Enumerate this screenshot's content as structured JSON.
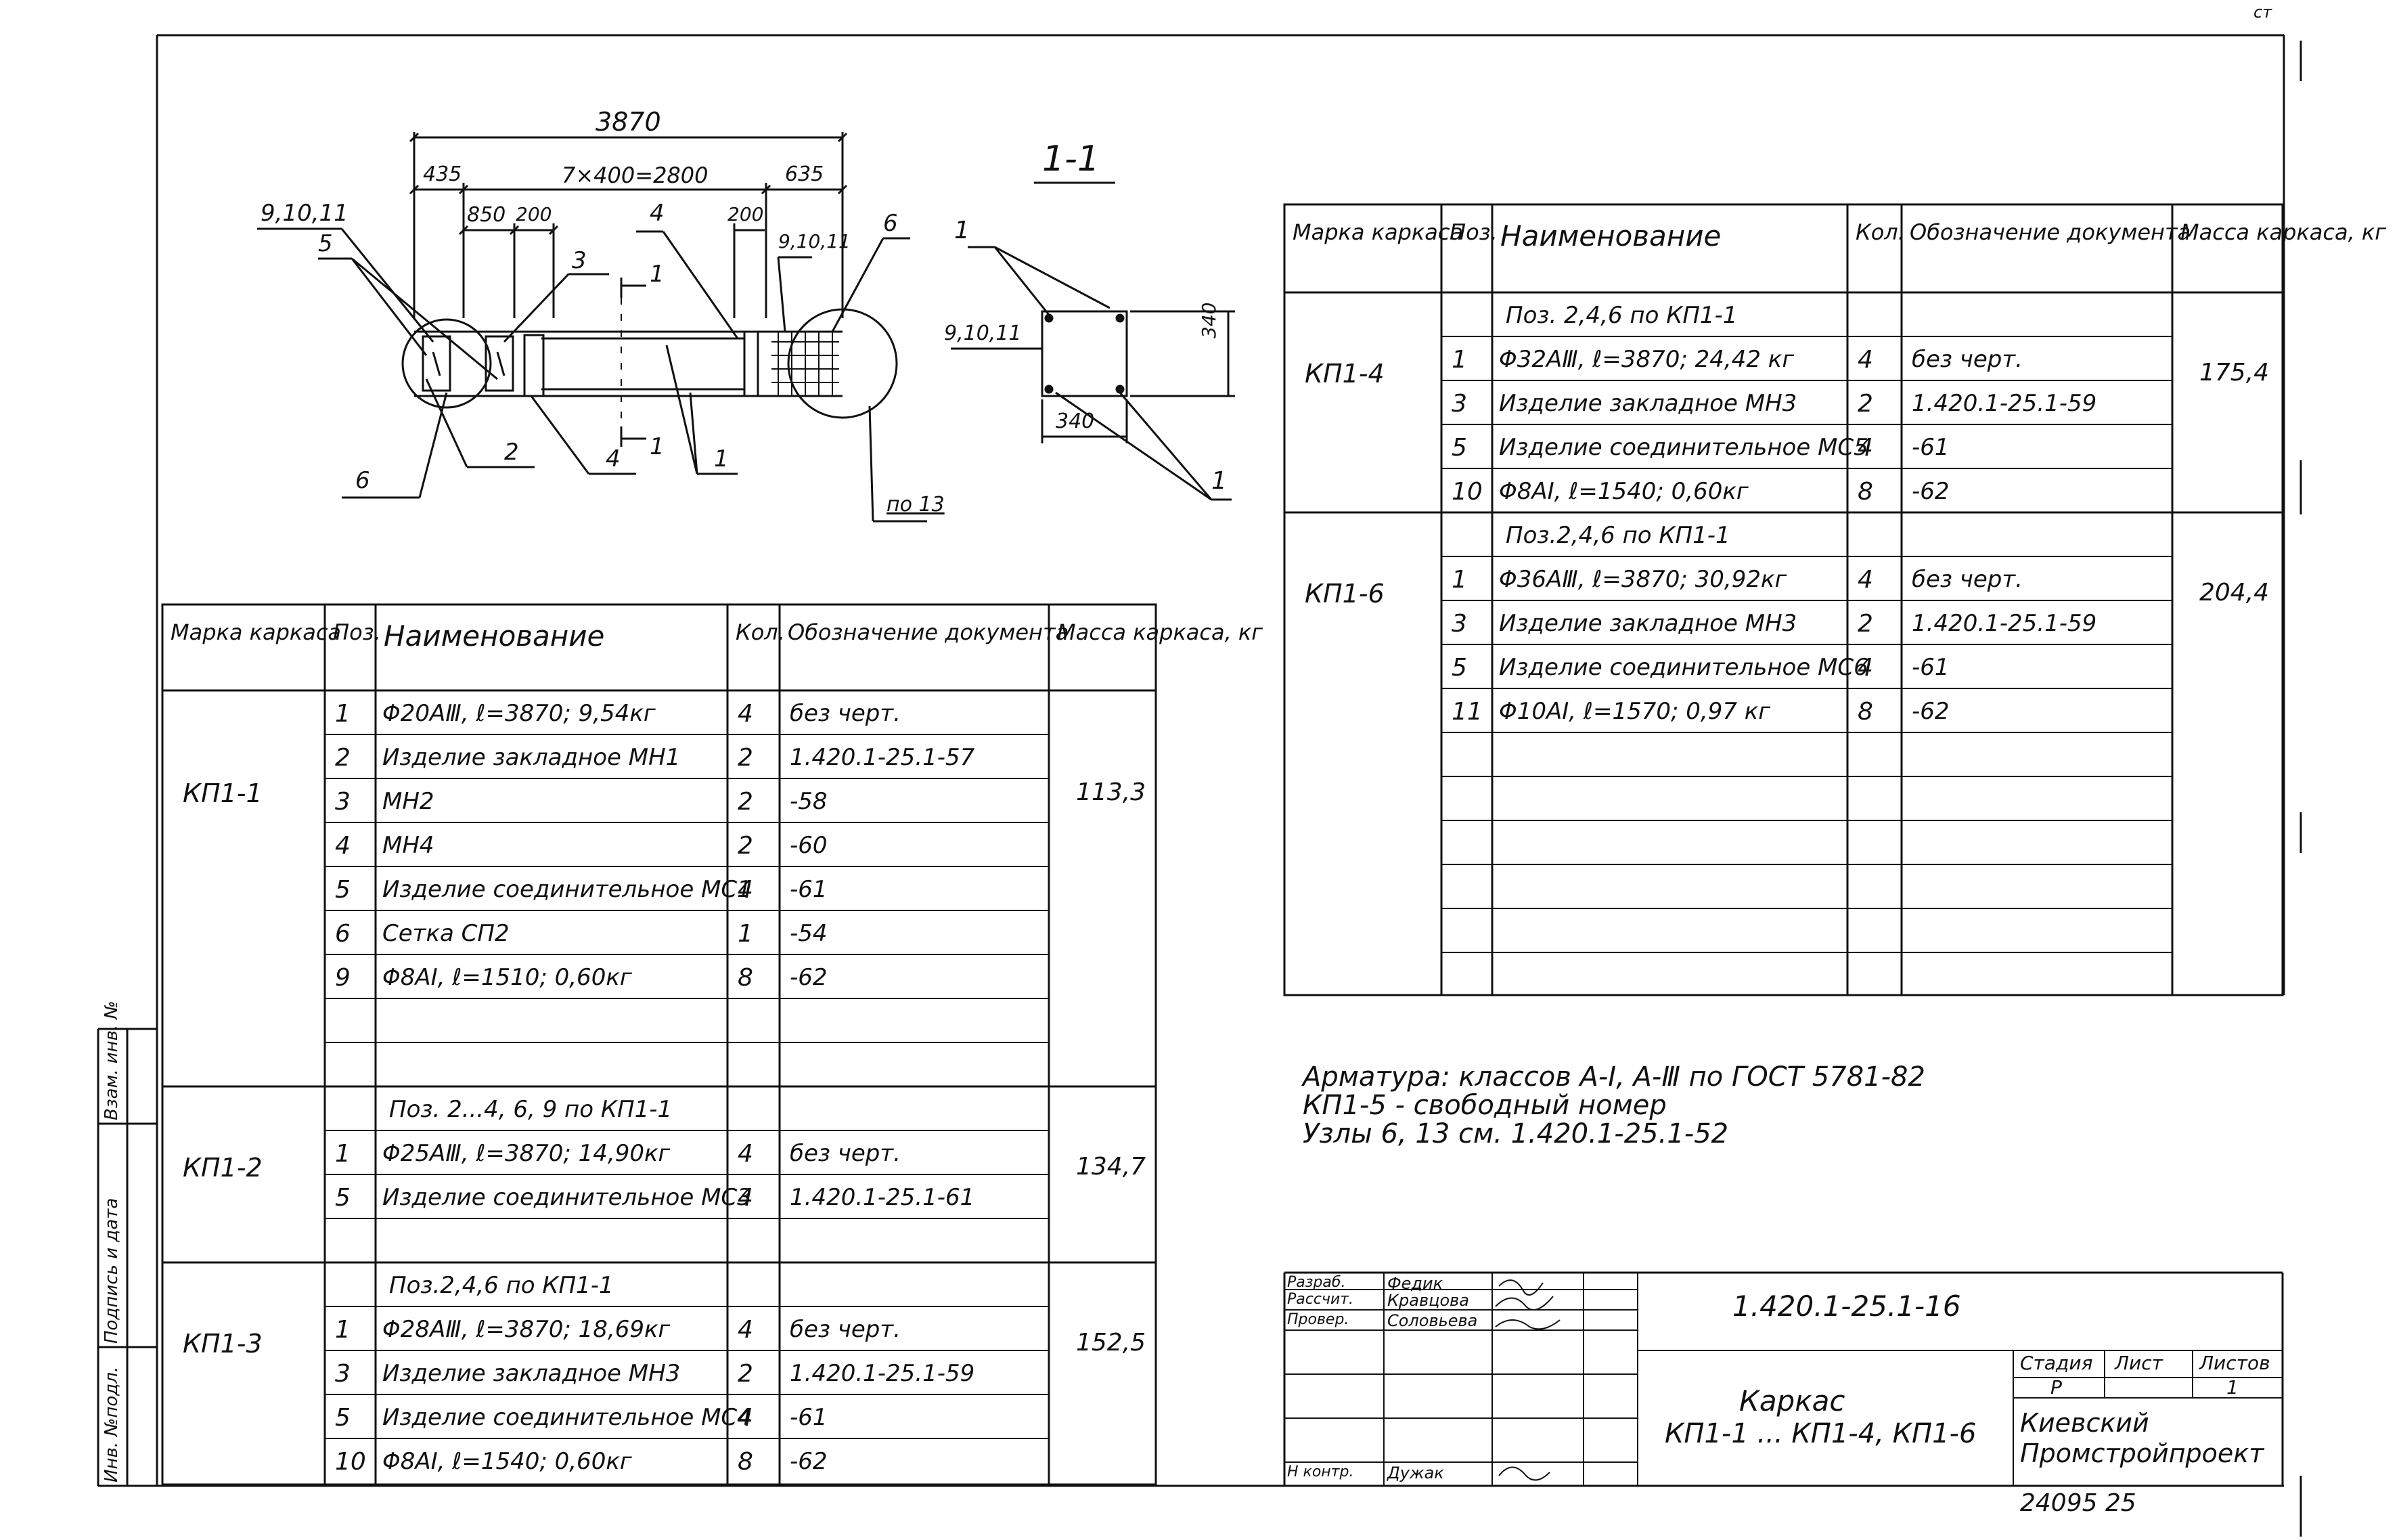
{
  "page": {
    "corner_mark": "ст"
  },
  "drawing": {
    "dim_total": "3870",
    "dim_435": "435",
    "dim_mid": "7×400=2800",
    "dim_635": "635",
    "dim_850": "850",
    "dim_200a": "200",
    "dim_200b": "200",
    "pos_9_10_11_left": "9,10,11",
    "pos_9_10_11_right": "9,10,11",
    "pos_5": "5",
    "pos_3": "3",
    "pos_4_top": "4",
    "pos_6_top": "6",
    "pos_6_bottom": "6",
    "pos_2": "2",
    "pos_4_bottom": "4",
    "pos_1_bottom": "1",
    "section_mark_top": "1",
    "section_mark_bottom": "1",
    "node_ref": "по 13"
  },
  "section": {
    "title": "1-1",
    "label_1_top": "1",
    "label_9_10_11": "9,10,11",
    "dim_340_width": "340",
    "dim_340_height": "340",
    "label_1_bottom": "1"
  },
  "table_left": {
    "headers": [
      "Марка каркаса",
      "Поз.",
      "Наименование",
      "Кол.",
      "Обозначение документа",
      "Масса каркаса, кг"
    ],
    "groups": [
      {
        "mark": "КП1-1",
        "mass": "113,3",
        "rows": [
          {
            "pos": "1",
            "name": "Φ20AⅢ, ℓ=3870; 9,54кг",
            "qty": "4",
            "doc": "без черт."
          },
          {
            "pos": "2",
            "name": "Изделие закладное МН1",
            "qty": "2",
            "doc": "1.420.1-25.1-57"
          },
          {
            "pos": "3",
            "name": "МН2",
            "qty": "2",
            "doc": "-58"
          },
          {
            "pos": "4",
            "name": "МН4",
            "qty": "2",
            "doc": "-60"
          },
          {
            "pos": "5",
            "name": "Изделие соединительное МС1",
            "qty": "4",
            "doc": "-61"
          },
          {
            "pos": "6",
            "name": "Сетка СП2",
            "qty": "1",
            "doc": "-54"
          },
          {
            "pos": "9",
            "name": "Φ8AI, ℓ=1510; 0,60кг",
            "qty": "8",
            "doc": "-62"
          }
        ]
      },
      {
        "mark": "КП1-2",
        "mass": "134,7",
        "note": "Поз. 2...4, 6, 9 по КП1-1",
        "rows": [
          {
            "pos": "1",
            "name": "Φ25AⅢ, ℓ=3870; 14,90кг",
            "qty": "4",
            "doc": "без черт."
          },
          {
            "pos": "5",
            "name": "Изделие соединительное МС3",
            "qty": "4",
            "doc": "1.420.1-25.1-61"
          }
        ]
      },
      {
        "mark": "КП1-3",
        "mass": "152,5",
        "note": "Поз.2,4,6 по КП1-1",
        "rows": [
          {
            "pos": "1",
            "name": "Φ28AⅢ, ℓ=3870; 18,69кг",
            "qty": "4",
            "doc": "без черт."
          },
          {
            "pos": "3",
            "name": "Изделие закладное МН3",
            "qty": "2",
            "doc": "1.420.1-25.1-59"
          },
          {
            "pos": "5",
            "name": "Изделие соединительное МС4",
            "qty": "4",
            "doc": "-61"
          },
          {
            "pos": "10",
            "name": "Φ8AI, ℓ=1540; 0,60кг",
            "qty": "8",
            "doc": "-62"
          }
        ]
      }
    ]
  },
  "table_right": {
    "headers": [
      "Марка каркаса",
      "Поз.",
      "Наименование",
      "Кол.",
      "Обозначение документа",
      "Масса каркаса, кг"
    ],
    "groups": [
      {
        "mark": "КП1-4",
        "mass": "175,4",
        "note": "Поз. 2,4,6 по КП1-1",
        "rows": [
          {
            "pos": "1",
            "name": "Φ32AⅢ, ℓ=3870; 24,42 кг",
            "qty": "4",
            "doc": "без черт."
          },
          {
            "pos": "3",
            "name": "Изделие закладное МН3",
            "qty": "2",
            "doc": "1.420.1-25.1-59"
          },
          {
            "pos": "5",
            "name": "Изделие соединительное МС5",
            "qty": "4",
            "doc": "-61"
          },
          {
            "pos": "10",
            "name": "Φ8AI, ℓ=1540; 0,60кг",
            "qty": "8",
            "doc": "-62"
          }
        ]
      },
      {
        "mark": "КП1-6",
        "mass": "204,4",
        "note": "Поз.2,4,6 по КП1-1",
        "rows": [
          {
            "pos": "1",
            "name": "Φ36AⅢ, ℓ=3870; 30,92кг",
            "qty": "4",
            "doc": "без черт."
          },
          {
            "pos": "3",
            "name": "Изделие закладное МН3",
            "qty": "2",
            "doc": "1.420.1-25.1-59"
          },
          {
            "pos": "5",
            "name": "Изделие соединительное МС6",
            "qty": "4",
            "doc": "-61"
          },
          {
            "pos": "11",
            "name": "Φ10AI, ℓ=1570; 0,97 кг",
            "qty": "8",
            "doc": "-62"
          }
        ]
      }
    ]
  },
  "notes": [
    "Арматура: классов A-I, A-Ⅲ по ГОСТ 5781-82",
    "КП1-5 - свободный номер",
    "Узлы 6, 13 см. 1.420.1-25.1-52"
  ],
  "sidebar": {
    "inv": "Инв. №подл.",
    "sign": "Подпись и дата",
    "vzam": "Взам. инв. №"
  },
  "title_block": {
    "roles": [
      "Разраб.",
      "Рассчит.",
      "Провер.",
      "",
      "",
      "Н контр."
    ],
    "names": [
      "Федик",
      "Кравцова",
      "Соловьева",
      "",
      "",
      "Дужак"
    ],
    "doc_code": "1.420.1-25.1-16",
    "title_line1": "Каркас",
    "title_line2": "КП1-1 ... КП1-4, КП1-6",
    "stage_header": "Стадия",
    "sheet_header": "Лист",
    "sheets_header": "Листов",
    "stage": "Р",
    "sheets": "1",
    "org_line1": "Киевский",
    "org_line2": "Промстройпроект",
    "footer_code": "24095 25"
  }
}
